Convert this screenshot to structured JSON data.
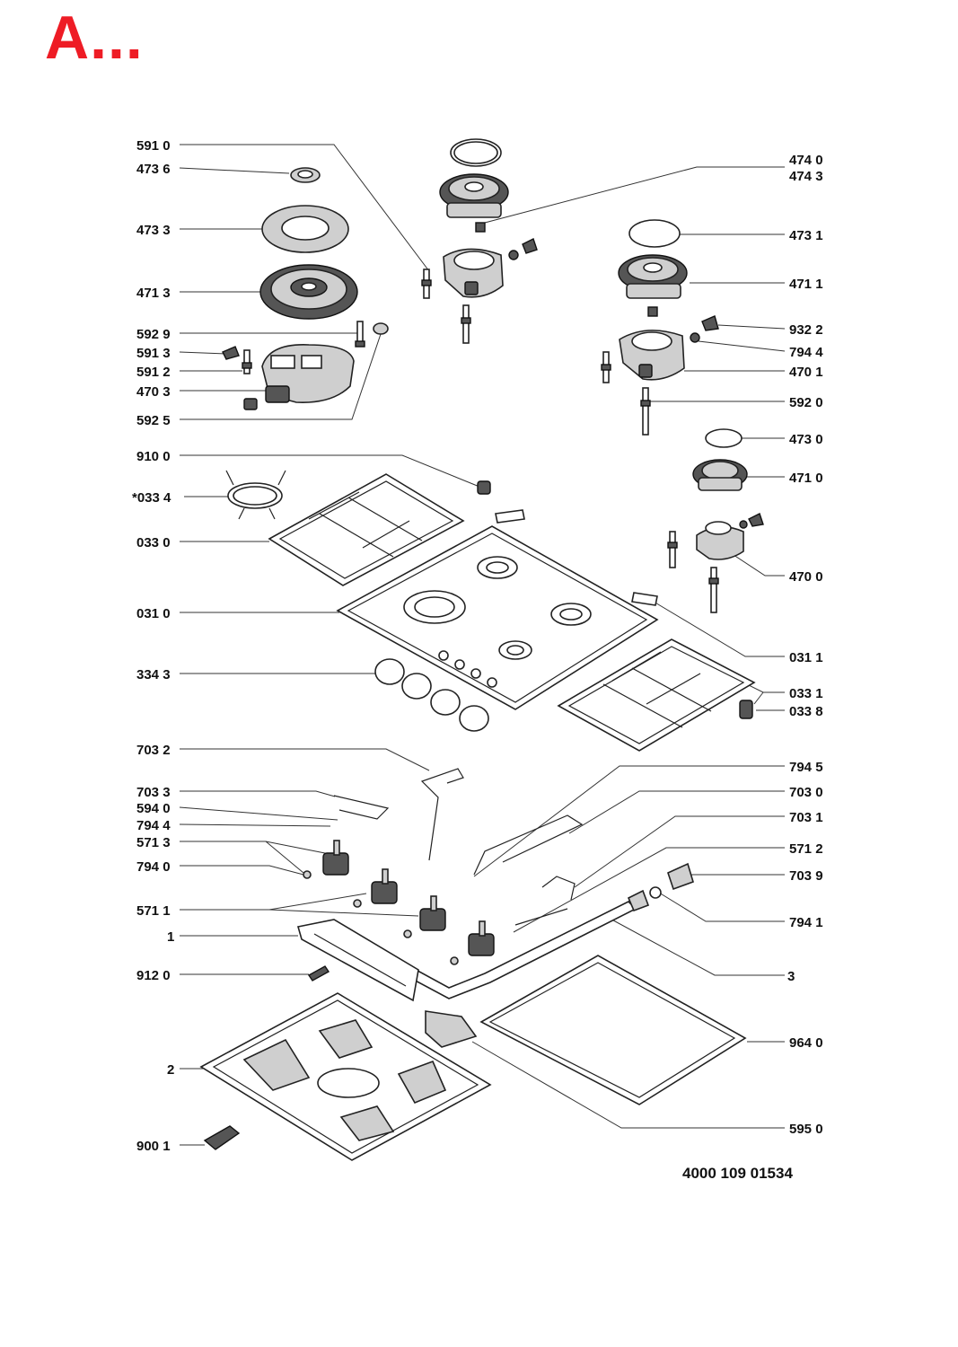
{
  "page": {
    "title": "A...",
    "title_color": "#ee1c25",
    "doc_number": "4000 109 01534"
  },
  "labels": {
    "l5910": "591 0",
    "l4736": "473 6",
    "l4733": "473 3",
    "l4713": "471 3",
    "l5929": "592 9",
    "l5913": "591 3",
    "l5912": "591 2",
    "l4703": "470 3",
    "l5925": "592 5",
    "l9100": "910 0",
    "l0334": "*033 4",
    "l0330": "033 0",
    "l0310": "031 0",
    "l3343": "334 3",
    "l7032": "703 2",
    "l7033": "703 3",
    "l5940": "594 0",
    "l7944": "794 4",
    "l5713": "571 3",
    "l7940": "794 0",
    "l5711": "571 1",
    "l1": "1",
    "l9120": "912 0",
    "l2": "2",
    "l9001": "900 1",
    "l4740": "474 0",
    "l4743": "474 3",
    "l4731": "473 1",
    "l4711": "471 1",
    "l9322": "932 2",
    "l7944r": "794 4",
    "l4701": "470 1",
    "l5920": "592 0",
    "l4730": "473 0",
    "l4710": "471 0",
    "l4700": "470 0",
    "l0311": "031 1",
    "l0331": "033 1",
    "l0338": "033 8",
    "l7945": "794 5",
    "l7030": "703 0",
    "l7031": "703 1",
    "l5712": "571 2",
    "l7039": "703 9",
    "l7941": "794 1",
    "l3": "3",
    "l9640": "964 0",
    "l5950": "595 0"
  }
}
